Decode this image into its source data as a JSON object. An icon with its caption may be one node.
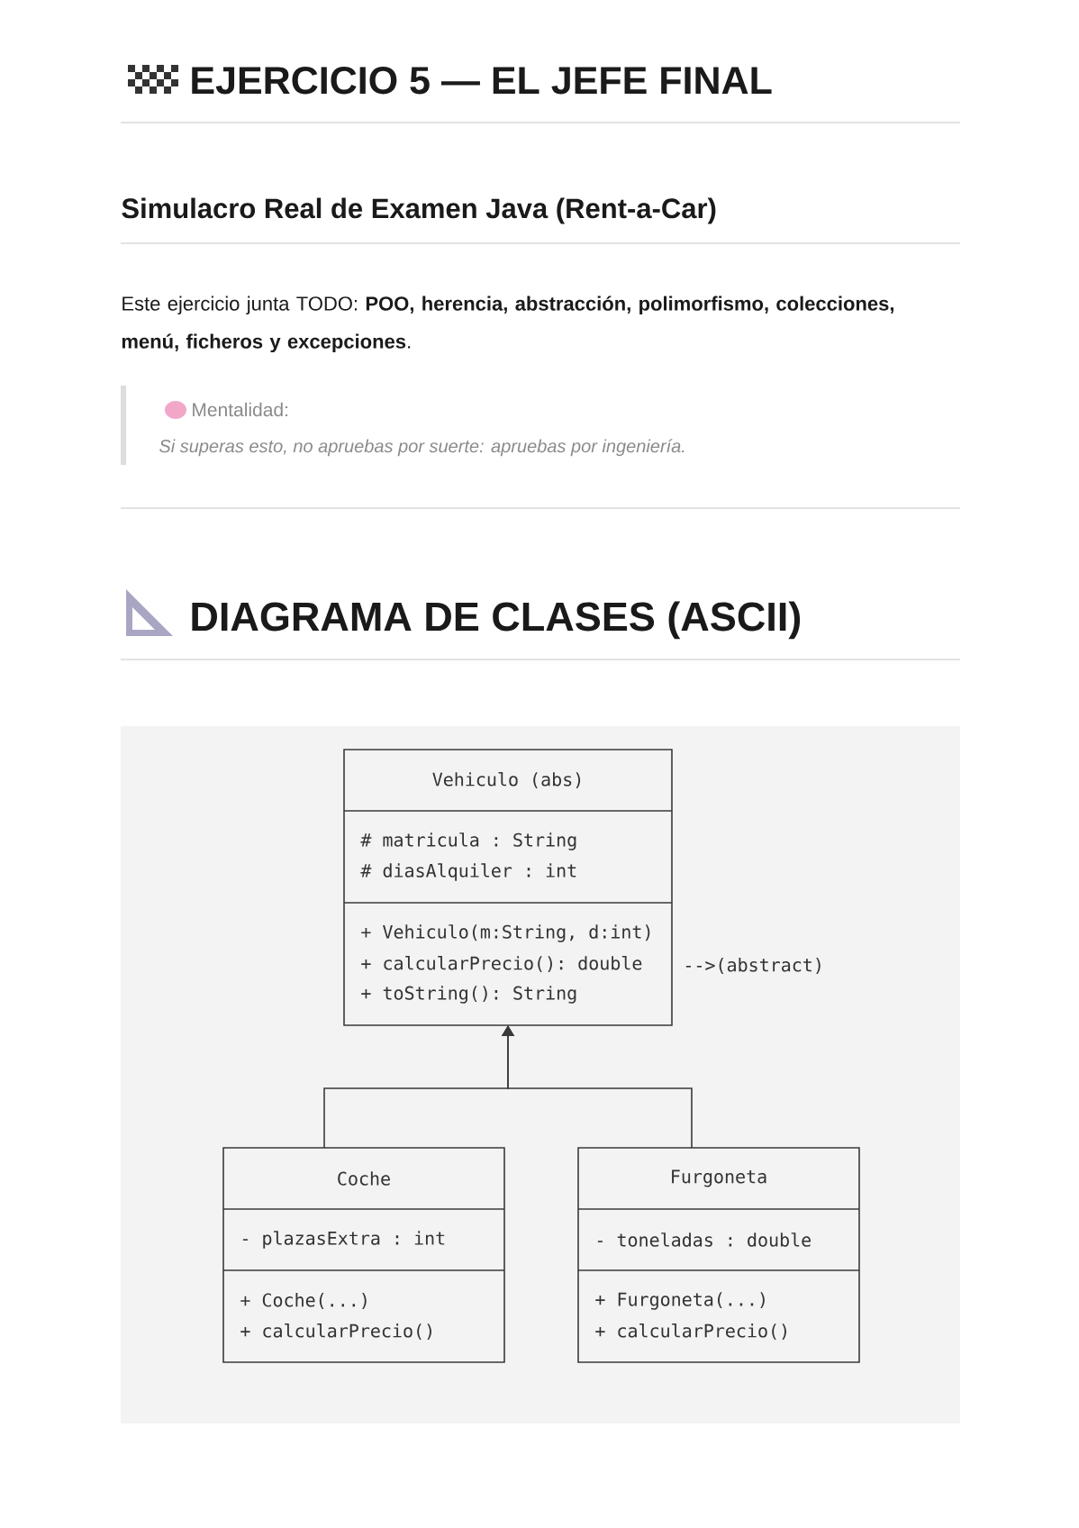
{
  "diagram": {
    "title": "EJERCICIO 5 — EL JEFE FINAL",
    "nodes": [
      {
        "text": [
          "Vehiculo (abs)",
          "# matricula : String",
          "# diasAlquiler : int",
          "+ Vehiculo(m:String, d:int)",
          "+ calcularPrecio(): double",
          "+ toString(): String"
        ],
        "beside": [
          "-->(abstract)"
        ]
      },
      {
        "text": [
          "Coche",
          "- plazasExtra : int",
          "+ Coche(...)",
          "+ calcularPrecio()"
        ]
      },
      {
        "text": [
          "Furgoneta",
          "- toneladas : double",
          "+ Furgoneta(...)",
          "+ calcularPrecio()"
        ]
      }
    ],
    "edges": [
      {
        "from": 1,
        "to": 0,
        "arrow": "to"
      },
      {
        "from": 2,
        "to": 0,
        "arrow": "to"
      }
    ],
    "labels": [
      "Simulacro Real de Examen Java (Rent-a-Car)",
      "Este ejercicio junta TODO: **POO, herencia, abstracción, polimorfismo, colecciones, menú, ficheros y excepciones**.",
      "Mentalidad:",
      "Si superas esto, no apruebas por suerte: apruebas por ingeniería.",
      "DIAGRAMA DE CLASES (ASCII)"
    ]
  }
}
